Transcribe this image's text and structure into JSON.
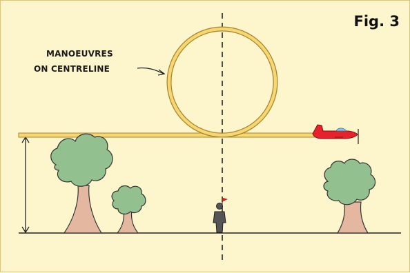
{
  "figure": {
    "title": "Fig. 3",
    "annotation_line1": "MANOEUVRES",
    "annotation_line2": "ON CENTRELINE"
  },
  "colors": {
    "background": "#fdf6cc",
    "flight_path_fill": "#f6d773",
    "flight_path_edge": "#a8842b",
    "aircraft": "#e8222a",
    "canopy": "#7fc6e8",
    "tree_foliage": "#93c08f",
    "tree_trunk": "#e3b7a0",
    "pilot": "#555555",
    "lines": "#222222"
  },
  "icons": [
    "aircraft-icon",
    "tree-icon",
    "pilot-icon",
    "flag-icon"
  ]
}
